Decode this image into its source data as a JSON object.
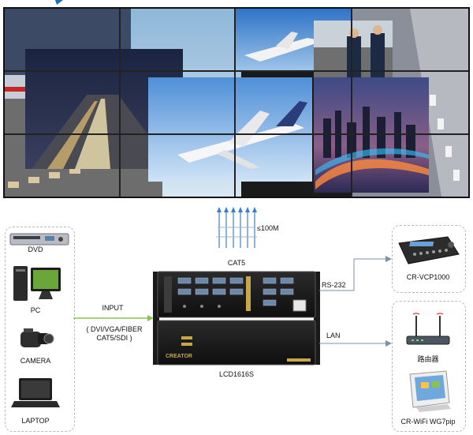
{
  "video_wall": {
    "rows": 3,
    "cols": 4
  },
  "devices": {
    "dvd_label": "DVD",
    "pc_label": "PC",
    "camera_label": "CAMERA",
    "laptop_label": "LAPTOP"
  },
  "input": {
    "title": "INPUT",
    "types_line1": "( DVI/VGA/FIBER",
    "types_line2": "CAT5/SDI )"
  },
  "cat5": {
    "label": "CAT5",
    "distance": "≤100M",
    "arrow_count": 6
  },
  "processor": {
    "model": "LCD1616S",
    "brand": "CREATOR"
  },
  "links": {
    "rs232": "RS-232",
    "lan": "LAN"
  },
  "controllers": {
    "keyboard_label": "CR-VCP1000",
    "router_label": "路由器",
    "tablet_label": "CR-WiFi WG7pip"
  },
  "colors": {
    "arrow_blue": "#3a7fd6",
    "input_arrow": "#8bc34a",
    "line_gray": "#7f8fa6"
  }
}
